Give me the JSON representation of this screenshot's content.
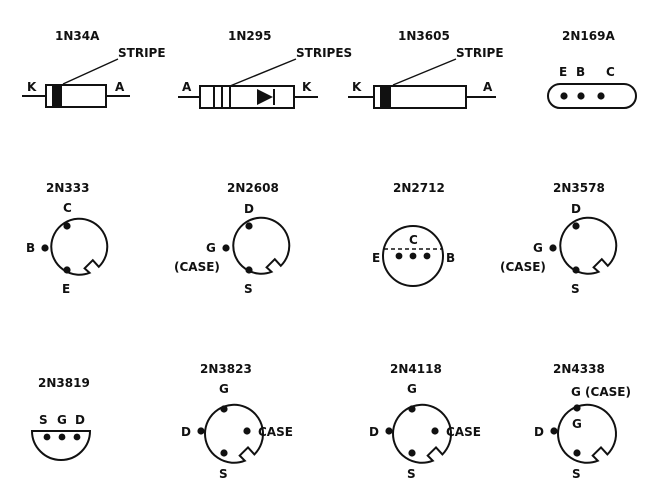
{
  "diagrams": {
    "1N34A": {
      "title": "1N34A",
      "stripe": "STRIPE",
      "left": "K",
      "right": "A"
    },
    "1N295": {
      "title": "1N295",
      "stripes": "STRIPES",
      "left": "A",
      "right": "K"
    },
    "1N3605": {
      "title": "1N3605",
      "stripe": "STRIPE",
      "left": "K",
      "right": "A"
    },
    "2N169A": {
      "title": "2N169A",
      "pins": [
        "E",
        "B",
        "C"
      ]
    },
    "2N333": {
      "title": "2N333",
      "top": "C",
      "left": "B",
      "bottom": "E"
    },
    "2N2608": {
      "title": "2N2608",
      "top": "D",
      "left": "G",
      "left2": "(CASE)",
      "bottom": "S"
    },
    "2N2712": {
      "title": "2N2712",
      "left": "E",
      "center": "C",
      "right": "B"
    },
    "2N3578": {
      "title": "2N3578",
      "top": "D",
      "left": "G",
      "left2": "(CASE)",
      "bottom": "S"
    },
    "2N3819": {
      "title": "2N3819",
      "pins": [
        "S",
        "G",
        "D"
      ]
    },
    "2N3823": {
      "title": "2N3823",
      "top": "G",
      "left": "D",
      "right": "CASE",
      "bottom": "S"
    },
    "2N4118": {
      "title": "2N4118",
      "top": "G",
      "left": "D",
      "right": "CASE",
      "bottom": "S"
    },
    "2N4338": {
      "title": "2N4338",
      "top": "G (CASE)",
      "inner": "G",
      "left": "D",
      "bottom": "S"
    }
  }
}
